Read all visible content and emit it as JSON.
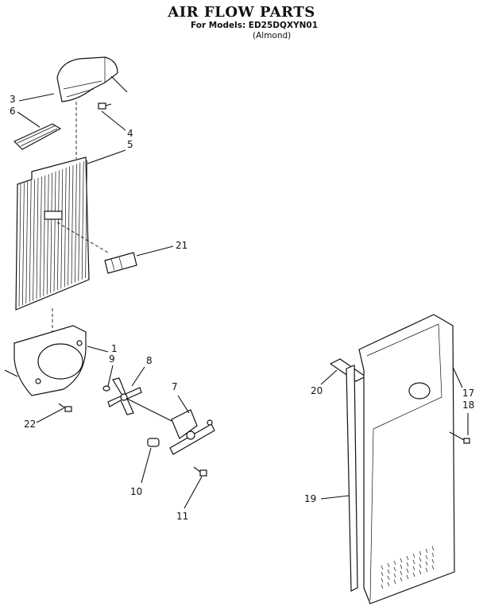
{
  "header": {
    "title": "AIR FLOW PARTS",
    "models_line": "For Models: ED25DQXYN01",
    "color": "(Almond)"
  },
  "callouts": {
    "c1": "1",
    "c3": "3",
    "c4": "4",
    "c5": "5",
    "c6": "6",
    "c7": "7",
    "c8": "8",
    "c9": "9",
    "c10": "10",
    "c11": "11",
    "c17": "17",
    "c18": "18",
    "c19": "19",
    "c20": "20",
    "c21": "21",
    "c22": "22"
  }
}
